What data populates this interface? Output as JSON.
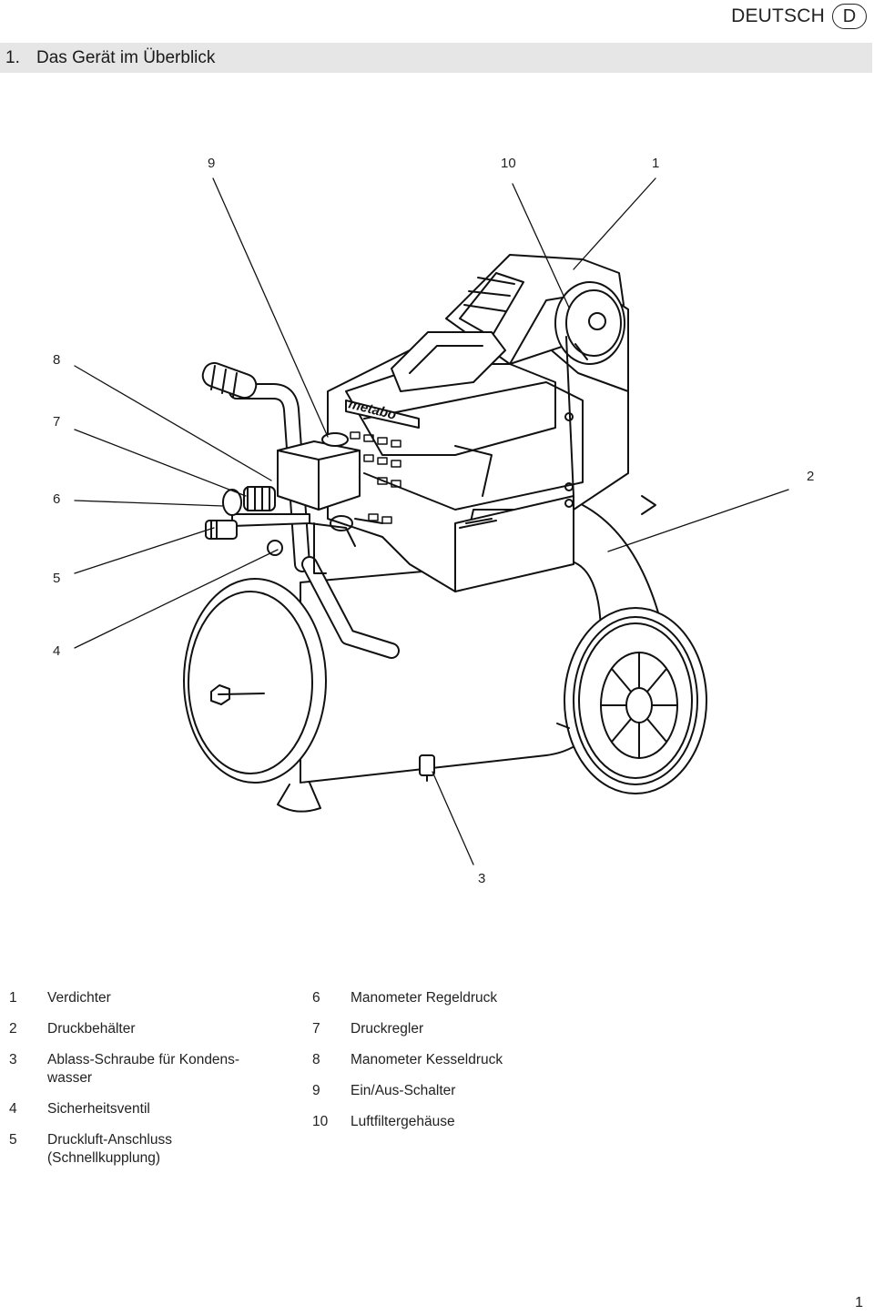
{
  "header": {
    "language": "DEUTSCH",
    "language_code": "D"
  },
  "section": {
    "number": "1.",
    "title": "Das Gerät im Überblick"
  },
  "figure": {
    "brand": "metabo",
    "callouts": [
      "9",
      "10",
      "1",
      "8",
      "7",
      "6",
      "5",
      "4",
      "2",
      "3"
    ]
  },
  "legend_left": [
    {
      "num": "1",
      "text": "Verdichter"
    },
    {
      "num": "2",
      "text": "Druckbehälter"
    },
    {
      "num": "3",
      "text": "Ablass-Schraube für Kondens-\nwasser"
    },
    {
      "num": "4",
      "text": "Sicherheitsventil"
    },
    {
      "num": "5",
      "text": "Druckluft-Anschluss\n(Schnellkupplung)"
    }
  ],
  "legend_right": [
    {
      "num": "6",
      "text": "Manometer Regeldruck"
    },
    {
      "num": "7",
      "text": "Druckregler"
    },
    {
      "num": "8",
      "text": "Manometer Kesseldruck"
    },
    {
      "num": "9",
      "text": "Ein/Aus-Schalter"
    },
    {
      "num": "10",
      "text": "Luftfiltergehäuse"
    }
  ],
  "page_number": "1"
}
